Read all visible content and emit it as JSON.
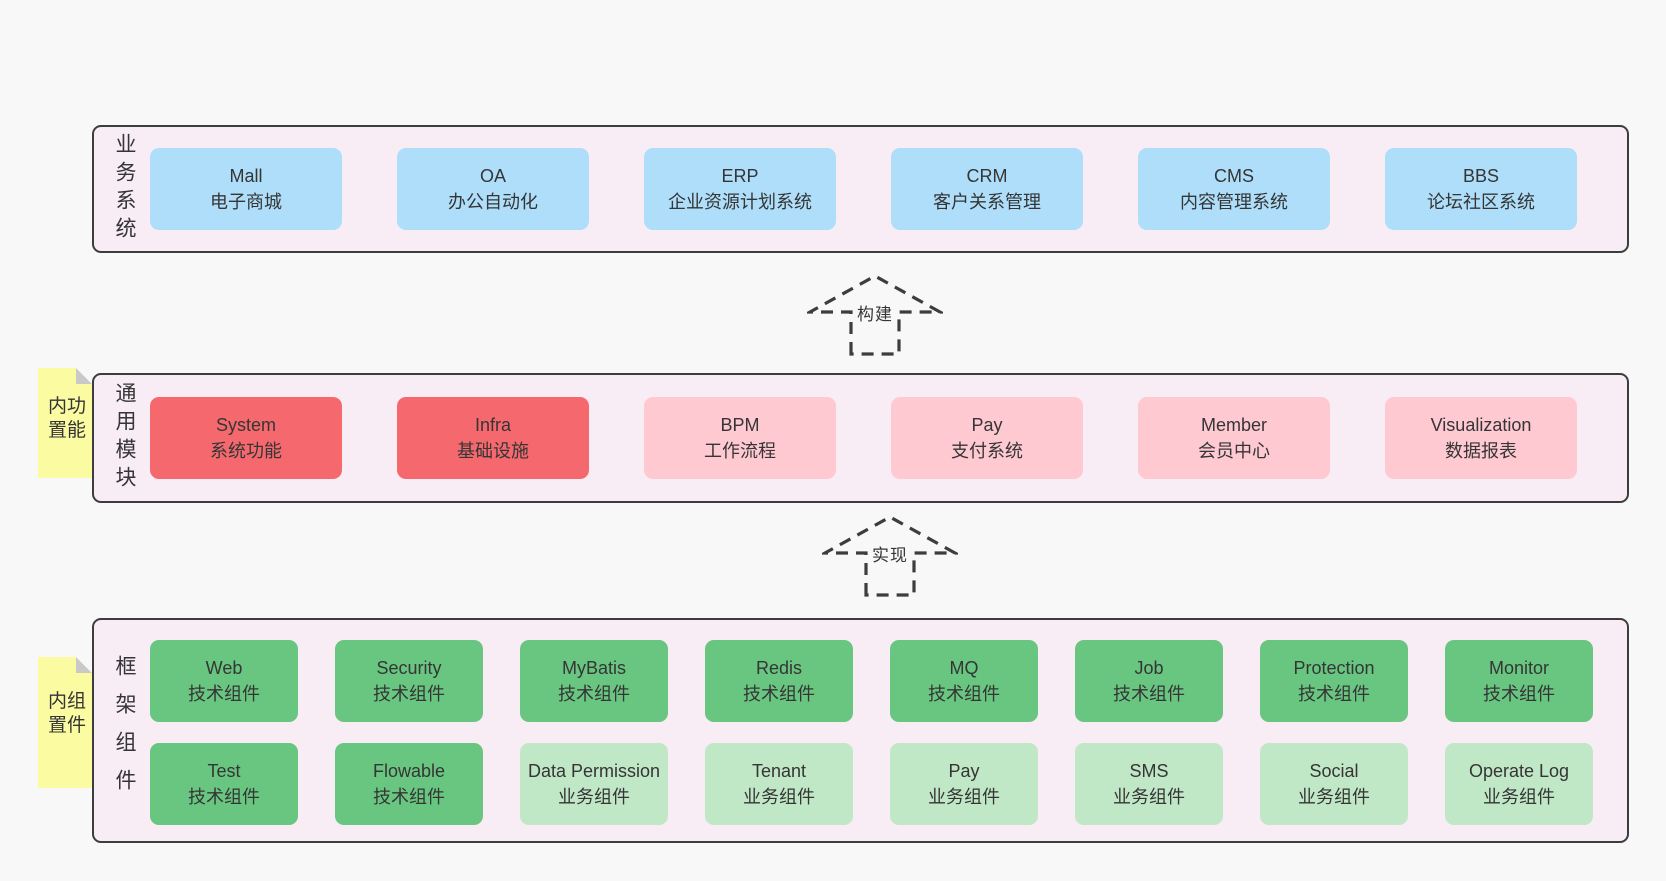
{
  "colors": {
    "page-bg": "#f8f8f8",
    "layer-bg": "#f8ecf5",
    "line": "#3d3d3d",
    "text": "#353535",
    "note-bg": "#fbfba2",
    "note-fold": "#c9c9c9",
    "blue": "#aedefa",
    "red": "#f5696e",
    "pink": "#ffc9d2",
    "green": "#69c680",
    "lightgreen": "#c0e7c6"
  },
  "arrows": [
    {
      "label": "构建"
    },
    {
      "label": "实现"
    }
  ],
  "layers": [
    {
      "id": "business",
      "side_label": "业务系统",
      "boxes": [
        {
          "name": "Mall",
          "desc": "电子商城",
          "variant": "blue"
        },
        {
          "name": "OA",
          "desc": "办公自动化",
          "variant": "blue"
        },
        {
          "name": "ERP",
          "desc": "企业资源计划系统",
          "variant": "blue"
        },
        {
          "name": "CRM",
          "desc": "客户关系管理",
          "variant": "blue"
        },
        {
          "name": "CMS",
          "desc": "内容管理系统",
          "variant": "blue"
        },
        {
          "name": "BBS",
          "desc": "论坛社区系统",
          "variant": "blue"
        }
      ]
    },
    {
      "id": "modules",
      "side_label": "通用模块",
      "note": "内置功能",
      "boxes": [
        {
          "name": "System",
          "desc": "系统功能",
          "variant": "red"
        },
        {
          "name": "Infra",
          "desc": "基础设施",
          "variant": "red"
        },
        {
          "name": "BPM",
          "desc": "工作流程",
          "variant": "pink"
        },
        {
          "name": "Pay",
          "desc": "支付系统",
          "variant": "pink"
        },
        {
          "name": "Member",
          "desc": "会员中心",
          "variant": "pink"
        },
        {
          "name": "Visualization",
          "desc": "数据报表",
          "variant": "pink"
        }
      ]
    },
    {
      "id": "components",
      "side_label": "框架组件",
      "note": "内置组件",
      "rows": [
        [
          {
            "name": "Web",
            "desc": "技术组件",
            "variant": "green"
          },
          {
            "name": "Security",
            "desc": "技术组件",
            "variant": "green"
          },
          {
            "name": "MyBatis",
            "desc": "技术组件",
            "variant": "green"
          },
          {
            "name": "Redis",
            "desc": "技术组件",
            "variant": "green"
          },
          {
            "name": "MQ",
            "desc": "技术组件",
            "variant": "green"
          },
          {
            "name": "Job",
            "desc": "技术组件",
            "variant": "green"
          },
          {
            "name": "Protection",
            "desc": "技术组件",
            "variant": "green"
          },
          {
            "name": "Monitor",
            "desc": "技术组件",
            "variant": "green"
          }
        ],
        [
          {
            "name": "Test",
            "desc": "技术组件",
            "variant": "green"
          },
          {
            "name": "Flowable",
            "desc": "技术组件",
            "variant": "green"
          },
          {
            "name": "Data Permission",
            "desc": "业务组件",
            "variant": "lightgreen"
          },
          {
            "name": "Tenant",
            "desc": "业务组件",
            "variant": "lightgreen"
          },
          {
            "name": "Pay",
            "desc": "业务组件",
            "variant": "lightgreen"
          },
          {
            "name": "SMS",
            "desc": "业务组件",
            "variant": "lightgreen"
          },
          {
            "name": "Social",
            "desc": "业务组件",
            "variant": "lightgreen"
          },
          {
            "name": "Operate Log",
            "desc": "业务组件",
            "variant": "lightgreen"
          }
        ]
      ]
    }
  ]
}
